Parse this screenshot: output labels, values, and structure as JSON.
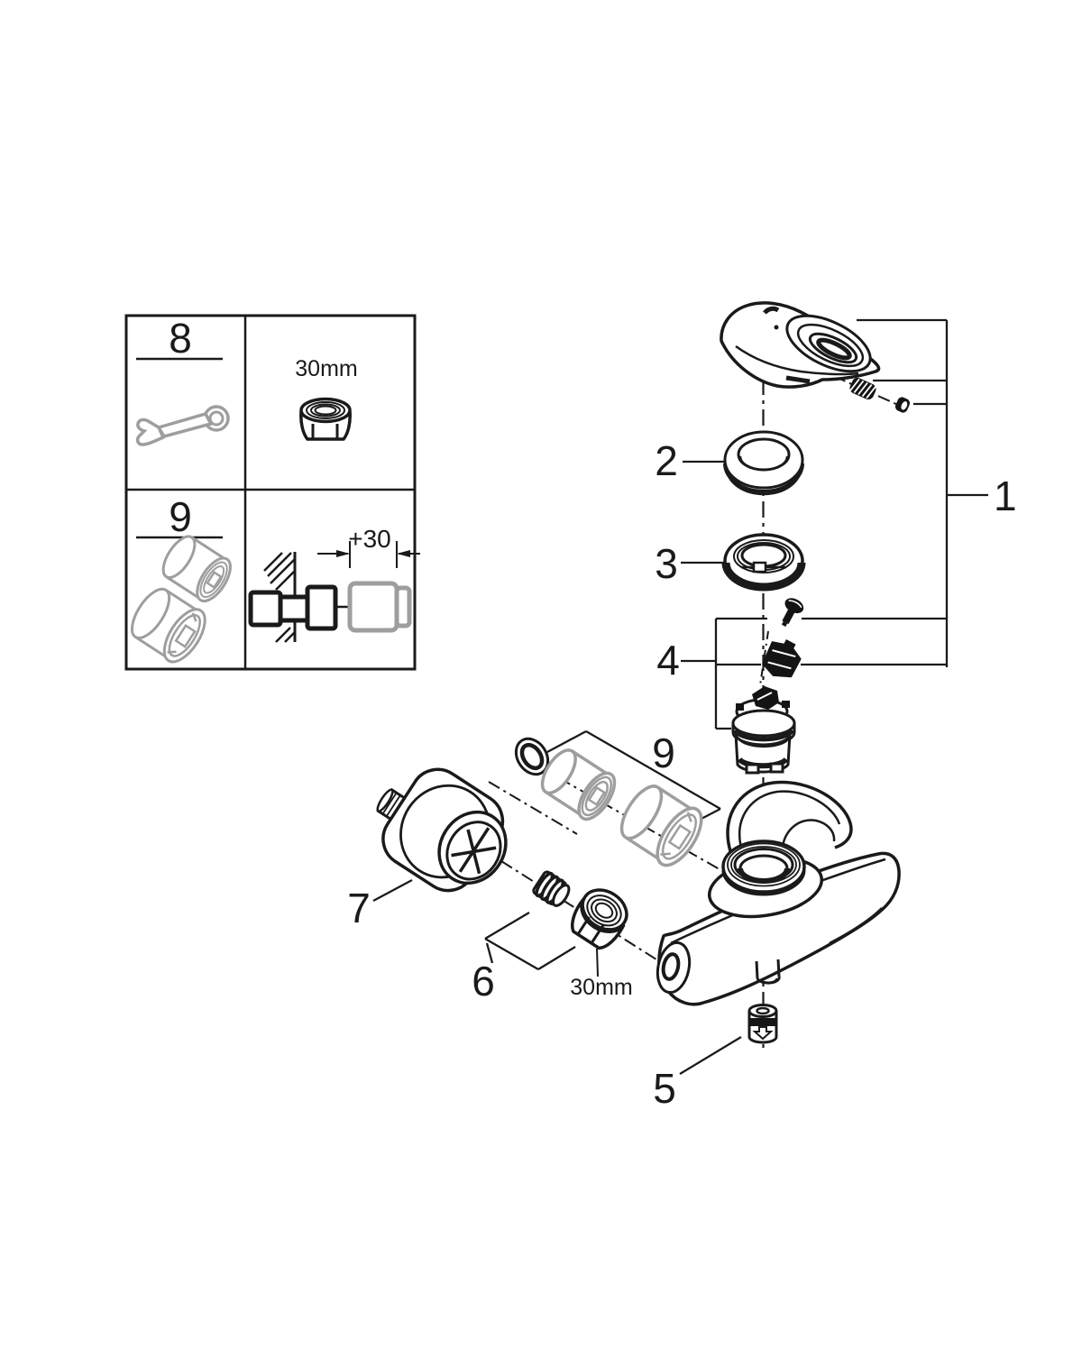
{
  "diagram_title": "faucet-exploded-parts-diagram",
  "labels": {
    "part1": "1",
    "part2": "2",
    "part3": "3",
    "part4": "4",
    "part5": "5",
    "part6": "6",
    "part7": "7",
    "part9": "9",
    "nut_size": "30mm"
  },
  "inset": {
    "tool_number": "8",
    "adapter_number": "9",
    "nut_size": "30mm",
    "extension_dimension": "+30"
  },
  "colors": {
    "line": "#1a1a1a",
    "gray_part": "#9e9e9e",
    "background": "#ffffff"
  }
}
